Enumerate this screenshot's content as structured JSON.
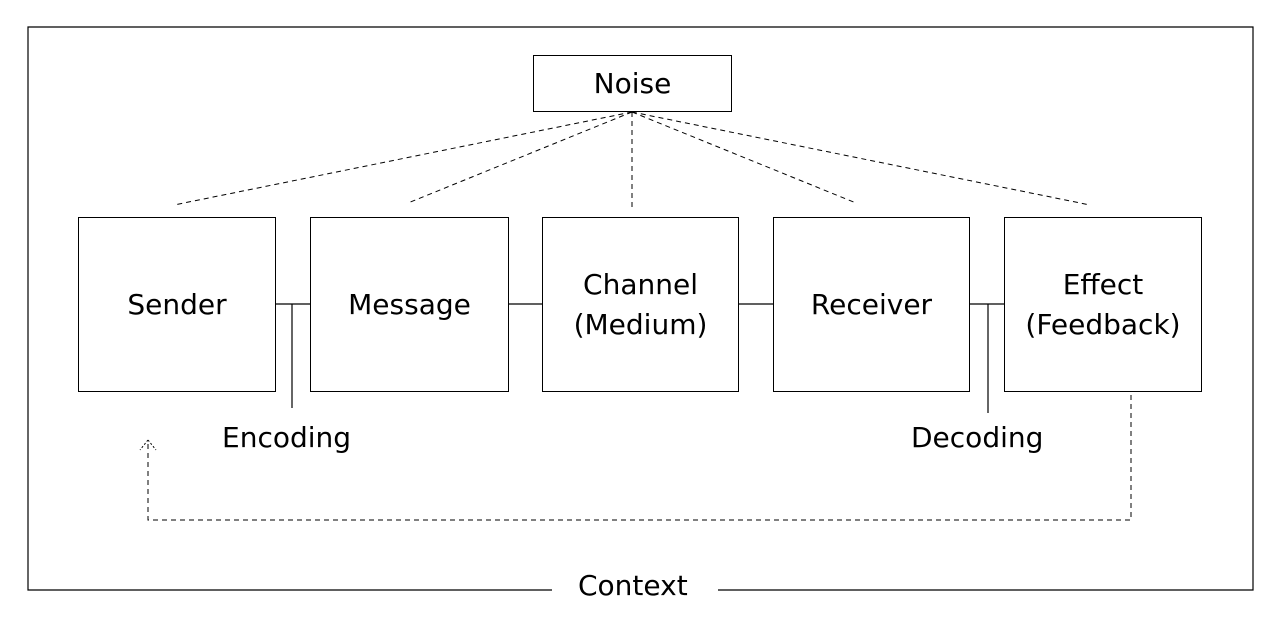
{
  "diagram": {
    "context_label": "Context",
    "noise_label": "Noise",
    "boxes": {
      "sender": "Sender",
      "message": "Message",
      "channel_line1": "Channel",
      "channel_line2": "(Medium)",
      "receiver": "Receiver",
      "effect_line1": "Effect",
      "effect_line2": "(Feedback)"
    },
    "encoding_label": "Encoding",
    "decoding_label": "Decoding"
  }
}
